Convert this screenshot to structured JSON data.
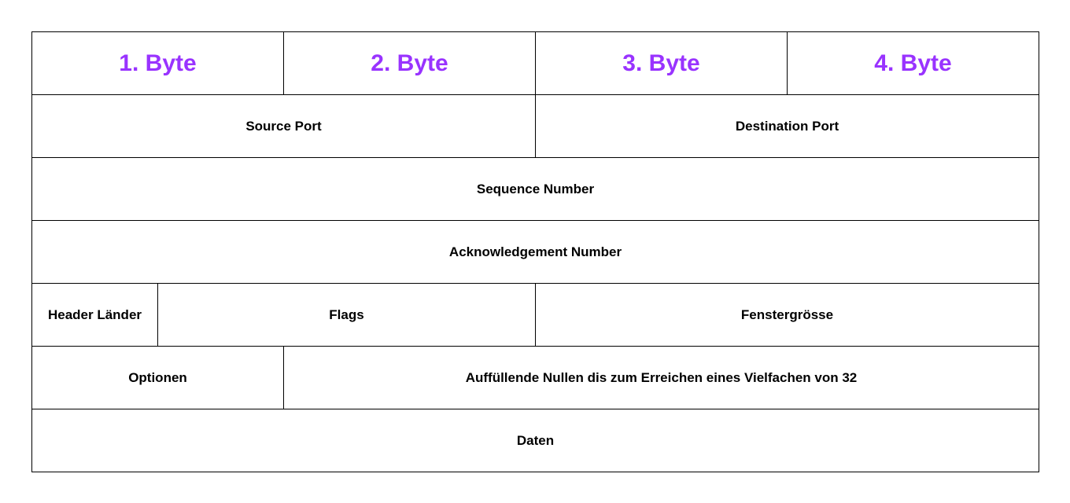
{
  "colors": {
    "byte_header": "#9933ff",
    "field_text": "#000000",
    "border": "#000000",
    "background": "#ffffff"
  },
  "header": {
    "bytes": [
      "1. Byte",
      "2. Byte",
      "3. Byte",
      "4. Byte"
    ]
  },
  "fields": {
    "source_port": "Source Port",
    "destination_port": "Destination Port",
    "sequence_number": "Sequence Number",
    "acknowledgement_number": "Acknowledgement Number",
    "header_length": "Header Länder",
    "flags": "Flags",
    "window_size": "Fenstergrösse",
    "options": "Optionen",
    "padding": "Auffüllende Nullen dis zum Erreichen eines Vielfachen von 32",
    "data": "Daten"
  }
}
